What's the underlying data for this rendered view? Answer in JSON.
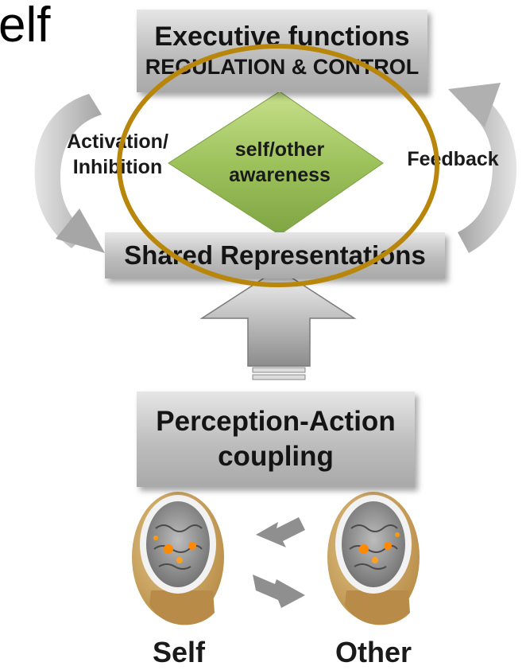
{
  "corner_text": "elf",
  "executive": {
    "line1": "Executive functions",
    "line2": "REGULATION & CONTROL"
  },
  "left_loop_label": {
    "line1": "Activation/",
    "line2": "Inhibition"
  },
  "right_loop_label": "Feedback",
  "diamond": {
    "line1": "self/other",
    "line2": "awareness"
  },
  "shared_representations": "Shared Representations",
  "perception_action": {
    "line1": "Perception-Action",
    "line2": "coupling"
  },
  "people": {
    "self": "Self",
    "other": "Other"
  },
  "colors": {
    "box_gray": "#bdbdbd",
    "diamond_green": "#9dc25c",
    "highlight_ring": "#b8860b",
    "head_skin": "#c9a05a"
  },
  "icons": [
    "curved-arrow-left",
    "curved-arrow-right",
    "big-up-arrow",
    "arrow-toward-self",
    "arrow-toward-other",
    "brain-head"
  ]
}
